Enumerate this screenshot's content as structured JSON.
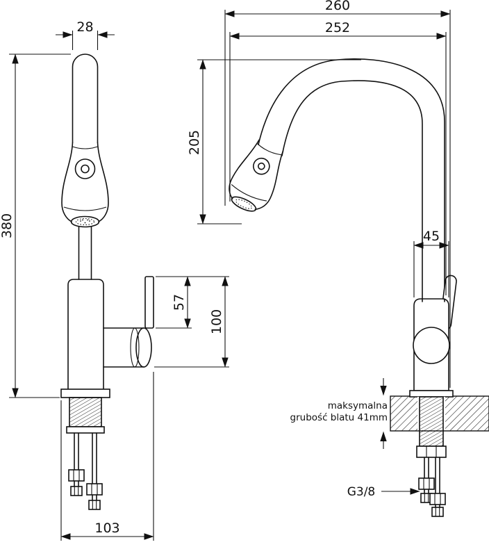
{
  "diagram": {
    "front_view": {
      "dim_spout_width": "28",
      "dim_total_height": "380",
      "dim_lever_height": "57",
      "dim_handle_height": "100",
      "dim_base_width": "103"
    },
    "side_view": {
      "dim_overall_reach": "260",
      "dim_spout_reach": "252",
      "dim_spout_drop": "205",
      "dim_body_diameter": "45",
      "note_line1": "maksymalna",
      "note_line2": "grubość blatu 41mm",
      "thread_label": "G3/8"
    }
  }
}
